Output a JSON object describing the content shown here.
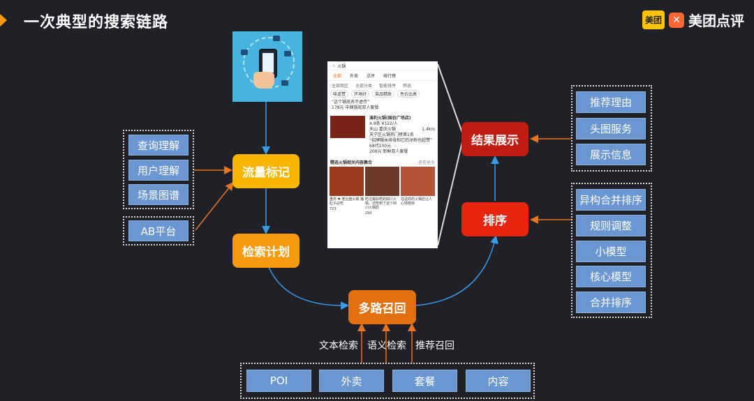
{
  "header": {
    "title": "一次典型的搜索链路",
    "logo_badge": "美团",
    "logo_text": "美团点评"
  },
  "left_inputs": {
    "group1": [
      "查询理解",
      "用户理解",
      "场景图谱"
    ],
    "group2": [
      "AB平台"
    ]
  },
  "flow_nodes": {
    "traffic_tag": "流量标记",
    "search_plan": "检索计划",
    "multi_recall": "多路召回",
    "ranking": "排序",
    "result_display": "结果展示"
  },
  "recall_labels": [
    "文本检索",
    "语义检索",
    "推荐召回"
  ],
  "bottom_sources": [
    "POI",
    "外卖",
    "套餐",
    "内容"
  ],
  "right_display_inputs": [
    "推荐理由",
    "头图服务",
    "展示信息"
  ],
  "right_ranking_inputs": [
    "异构合并排序",
    "规则调整",
    "小模型",
    "核心模型",
    "合并排序"
  ],
  "screenshot": {
    "search_query": "火锅",
    "tabs": [
      "全部",
      "外卖",
      "点评",
      "排行榜"
    ],
    "filters": [
      "全部商区",
      "全部分类",
      "智能排序",
      "筛选"
    ],
    "chips": [
      "味道赞",
      "环境好",
      "菜品精致",
      "性价比高"
    ],
    "item_quote": "“这个锅底名不虚传”",
    "item_deal": "178元 中辣锅底双人套餐",
    "restaurant_name": "渝利火锅(国谷广场店)",
    "restaurant_rating": "4.9条 ¥122/人",
    "restaurant_area": "天山 重庆火锅",
    "restaurant_distance": "1.4km",
    "restaurant_note": "天宁区火锅热门榜第1名",
    "restaurant_quote": "“招牌糯米排骨和它的冰粉也超赞”",
    "coupon1": "68代100元",
    "coupon2": "208元 新鲜双人套餐",
    "section_title": "精选火锅相关内容集合",
    "section_more": "查看更多",
    "cards": [
      {
        "text": "重庆 ❤ 老台盘火锅 猪肚子必吃",
        "likes": "723"
      },
      {
        "text": "吃过最好吃的四川火锅，还吃到了这个四川火锅的",
        "likes": "290"
      },
      {
        "text": "在这样的火锅店让人心情愉快",
        "likes": ""
      }
    ]
  },
  "colors": {
    "background": "#1f2126",
    "blue_box": "#6a96d2",
    "yellow": "#f7b500",
    "orange": "#f69a11",
    "dark_orange": "#e07010",
    "red": "#e8250f",
    "dark_red": "#c01d12",
    "blue_arrow": "#3a9be8",
    "orange_arrow": "#e8741f"
  }
}
